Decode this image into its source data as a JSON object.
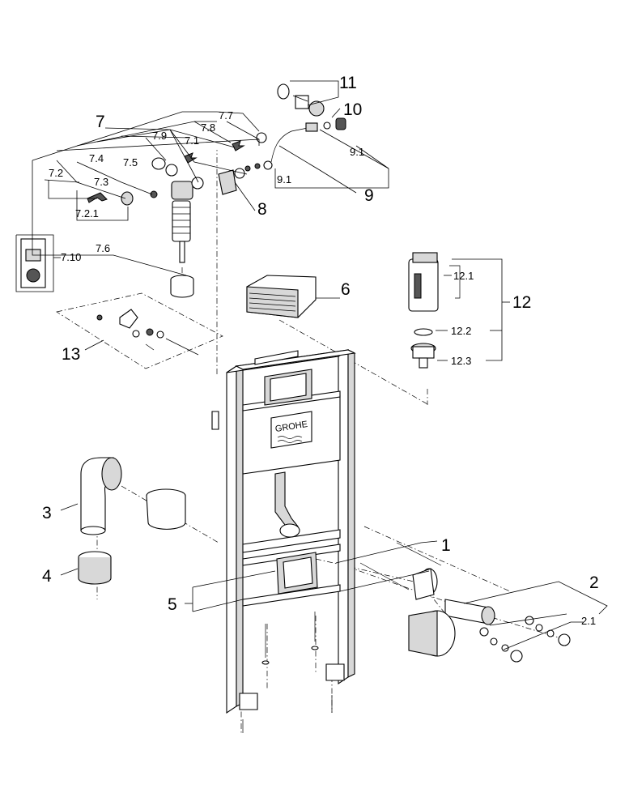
{
  "brand": "GROHE",
  "callouts": {
    "c1": "1",
    "c2": "2",
    "c2_1": "2.1",
    "c3": "3",
    "c4": "4",
    "c5": "5",
    "c6": "6",
    "c7": "7",
    "c7_1": "7.1",
    "c7_2": "7.2",
    "c7_2_1": "7.2.1",
    "c7_3": "7.3",
    "c7_4": "7.4",
    "c7_5": "7.5",
    "c7_6": "7.6",
    "c7_7": "7.7",
    "c7_8": "7.8",
    "c7_9": "7.9",
    "c7_10": "7.10",
    "c8": "8",
    "c9": "9",
    "c9_1a": "9.1",
    "c9_1b": "9.1",
    "c10": "10",
    "c11": "11",
    "c12": "12",
    "c12_1": "12.1",
    "c12_2": "12.2",
    "c12_3": "12.3",
    "c13": "13"
  }
}
